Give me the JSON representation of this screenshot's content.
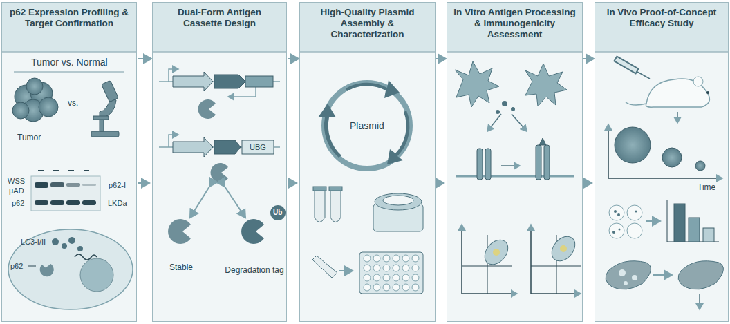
{
  "diagram": {
    "nodes": [
      {
        "text": [
          "p62 Expression Profiling & Target Confirmation"
        ]
      },
      {
        "text": [
          "Dual-Form Antigen Cassette Design"
        ]
      },
      {
        "text": [
          "High-Quality Plasmid Assembly & Characterization"
        ]
      },
      {
        "text": [
          "In Vitro Antigen Processing & Immunogenicity Assessment"
        ]
      },
      {
        "text": [
          "In Vivo Proof-of-Concept Efficacy Study"
        ]
      }
    ],
    "edges": [
      {
        "from": 0,
        "to": 1,
        "arrow": "to"
      },
      {
        "from": 1,
        "to": 2,
        "arrow": "to"
      },
      {
        "from": 2,
        "to": 3,
        "arrow": "to"
      },
      {
        "from": 3,
        "to": 4,
        "arrow": "to"
      }
    ],
    "labels": [
      "Tumor vs. Normal",
      "Tumor",
      "vs.",
      "WSS",
      "µAD",
      "p62-I",
      "p62",
      "LKDa",
      "LC3-I/II",
      "p62",
      "UBG",
      "Stable",
      "Degradation tag",
      "Ub",
      "Plasmid",
      "Time"
    ]
  }
}
